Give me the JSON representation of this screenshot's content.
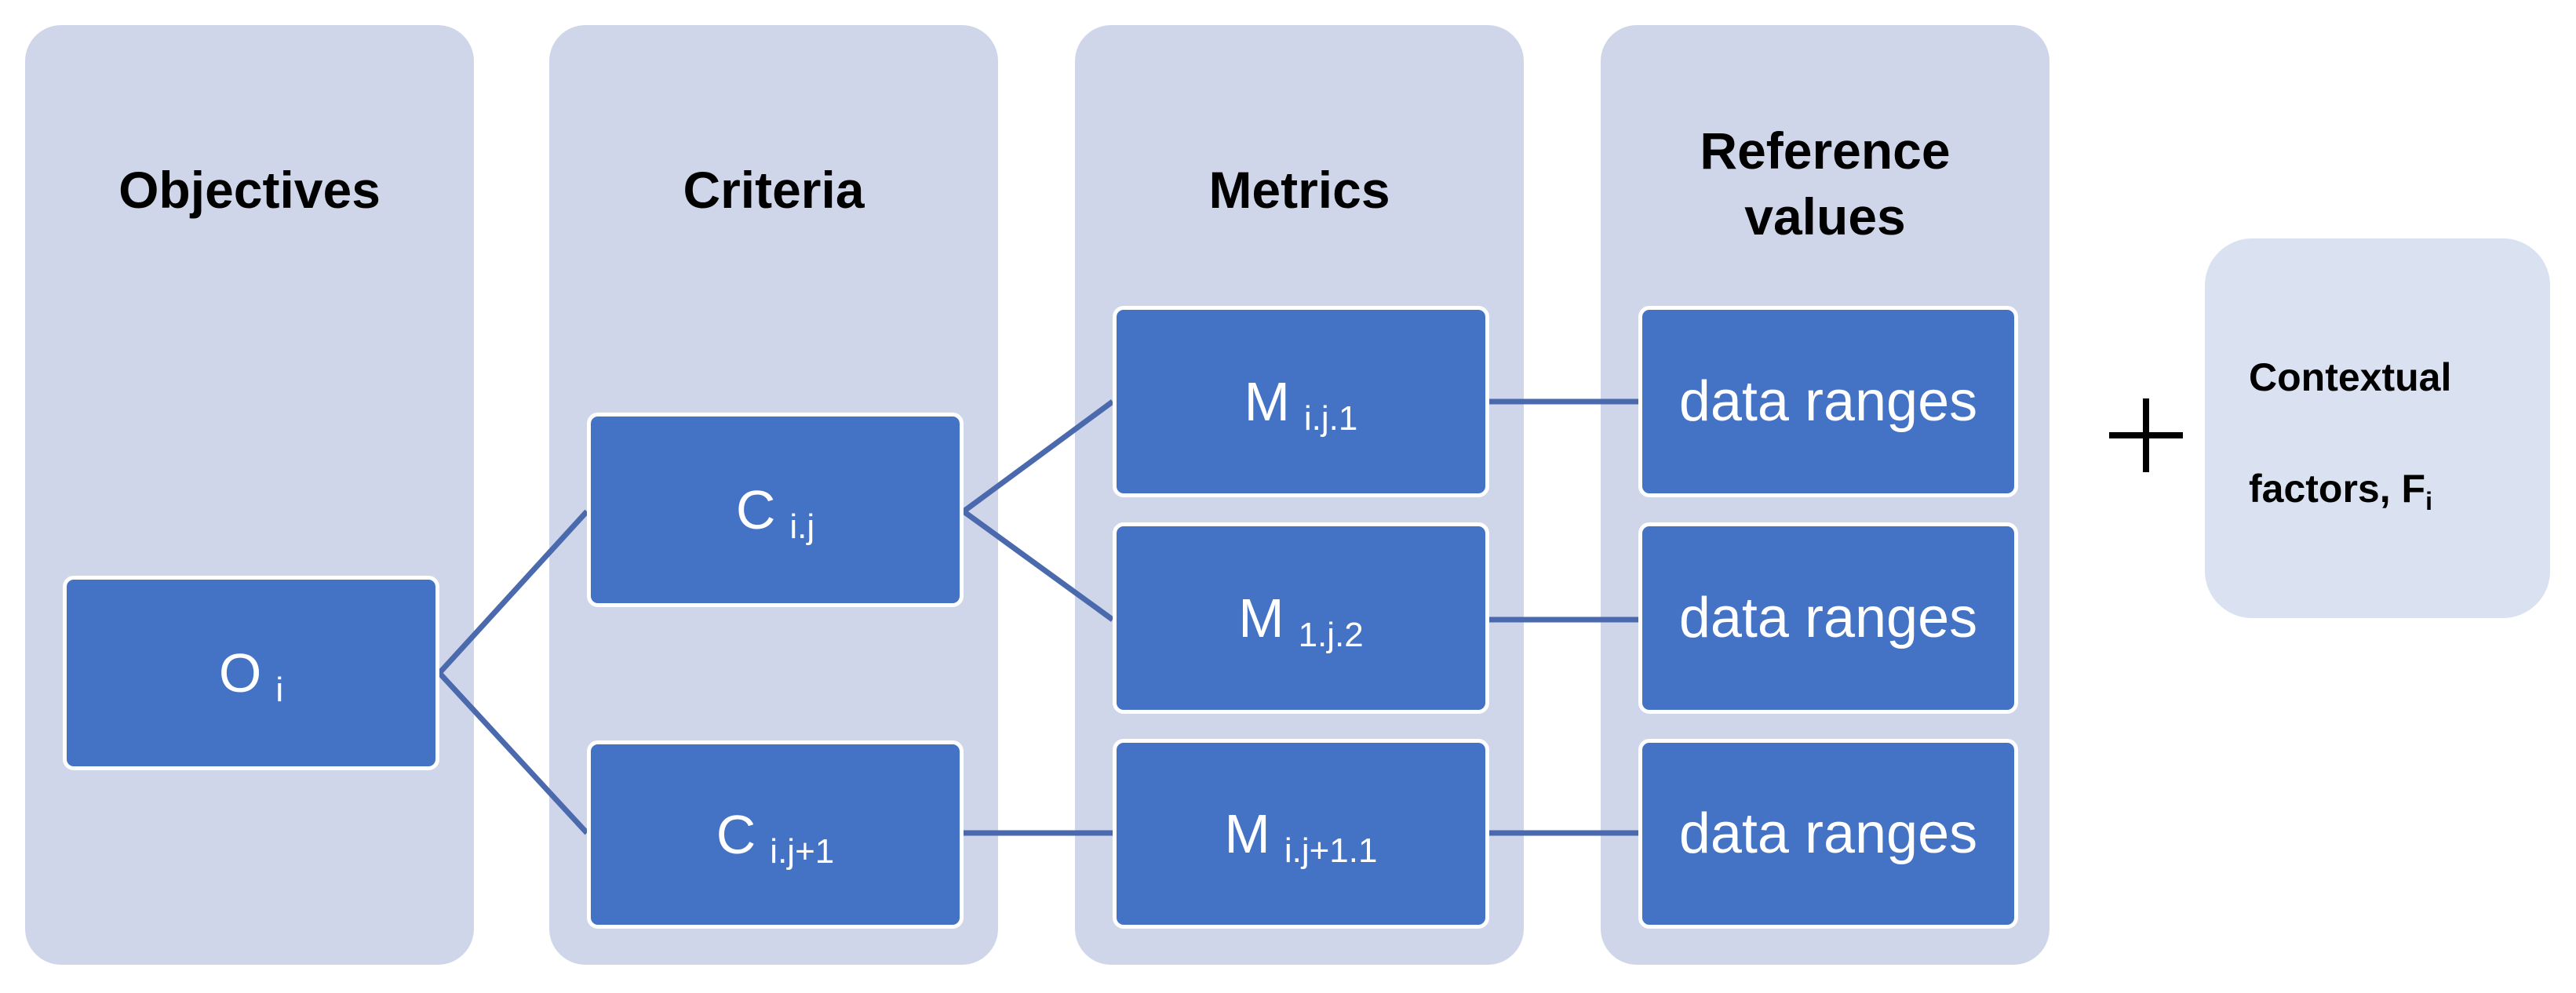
{
  "columns": {
    "objectives": {
      "title": "Objectives"
    },
    "criteria": {
      "title": "Criteria"
    },
    "metrics": {
      "title": "Metrics"
    },
    "reference": {
      "title": "Reference\nvalues"
    }
  },
  "objective_node": {
    "main": "O",
    "sub": "i"
  },
  "criteria_nodes": [
    {
      "main": "C",
      "sub": "i.j"
    },
    {
      "main": "C",
      "sub": "i.j+1"
    }
  ],
  "metric_nodes": [
    {
      "main": "M",
      "sub": "i.j.1"
    },
    {
      "main": "M",
      "sub": "1.j.2"
    },
    {
      "main": "M",
      "sub": "i.j+1.1"
    }
  ],
  "reference_nodes": [
    {
      "label": "data ranges"
    },
    {
      "label": "data ranges"
    },
    {
      "label": "data ranges"
    }
  ],
  "plus_symbol": "+",
  "contextual": {
    "line1": "Contextual",
    "line2": "factors, F",
    "line2_sub": "i"
  },
  "colors": {
    "column_bg": "#d0d6ea",
    "node_fill": "#4472c4",
    "node_border": "#ffffff",
    "connector": "#4a6aad",
    "context_bg": "#dae1f1"
  }
}
